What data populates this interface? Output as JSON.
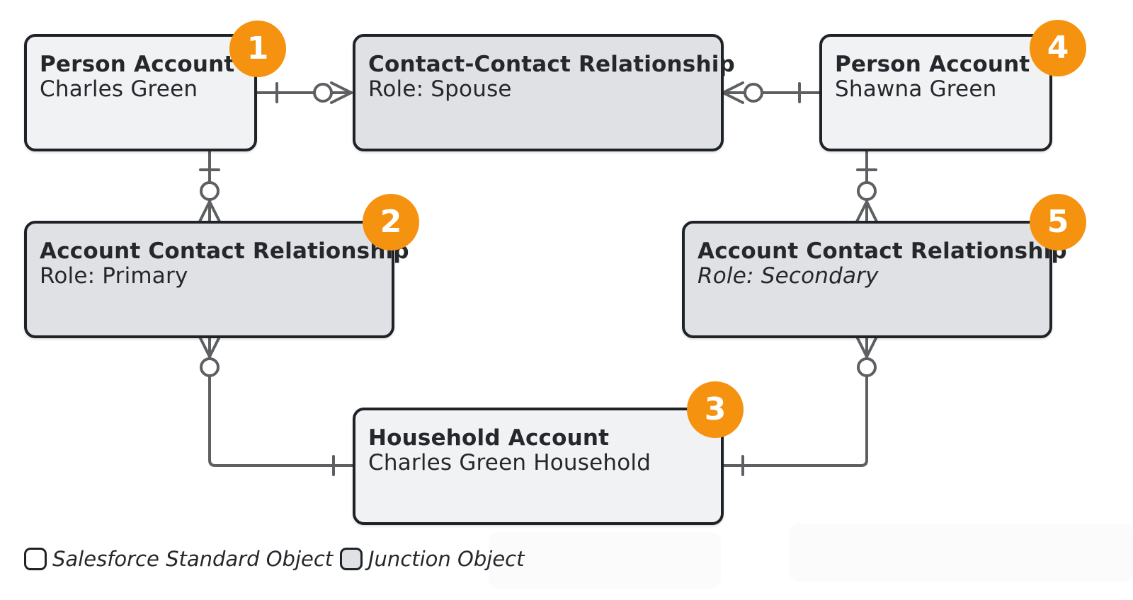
{
  "nodes": {
    "person_charles": {
      "title": "Person Account",
      "subtitle": "Charles Green",
      "badge": "1",
      "kind": "standard"
    },
    "contact_relationship": {
      "title": "Contact-Contact Relationship",
      "subtitle": "Role: Spouse",
      "kind": "junction"
    },
    "person_shawna": {
      "title": "Person Account",
      "subtitle": "Shawna Green",
      "badge": "4",
      "kind": "standard"
    },
    "acr_primary": {
      "title": "Account Contact Relationship",
      "subtitle": "Role: Primary",
      "badge": "2",
      "kind": "junction"
    },
    "acr_secondary": {
      "title": "Account Contact Relationship",
      "subtitle": "Role: Secondary",
      "badge": "5",
      "kind": "junction"
    },
    "household": {
      "title": "Household Account",
      "subtitle": "Charles Green Household",
      "badge": "3",
      "kind": "standard"
    }
  },
  "relationships": [
    {
      "from": "person_charles",
      "from_end": "one",
      "to": "contact_relationship",
      "to_end": "zero-or-many"
    },
    {
      "from": "contact_relationship",
      "from_end": "zero-or-many",
      "to": "person_shawna",
      "to_end": "one"
    },
    {
      "from": "person_charles",
      "from_end": "one",
      "to": "acr_primary",
      "to_end": "zero-or-many"
    },
    {
      "from": "person_shawna",
      "from_end": "one",
      "to": "acr_secondary",
      "to_end": "zero-or-many"
    },
    {
      "from": "acr_primary",
      "from_end": "zero-or-many",
      "to": "household",
      "to_end": "one"
    },
    {
      "from": "acr_secondary",
      "from_end": "zero-or-many",
      "to": "household",
      "to_end": "one"
    }
  ],
  "legend": {
    "standard_label": "Salesforce Standard Object",
    "junction_label": "Junction Object"
  },
  "colors": {
    "badge": "#f5920f",
    "standard_fill": "#f1f2f4",
    "junction_fill": "#dfe1e5",
    "border": "#1f2226",
    "connector": "#5d5f62"
  }
}
